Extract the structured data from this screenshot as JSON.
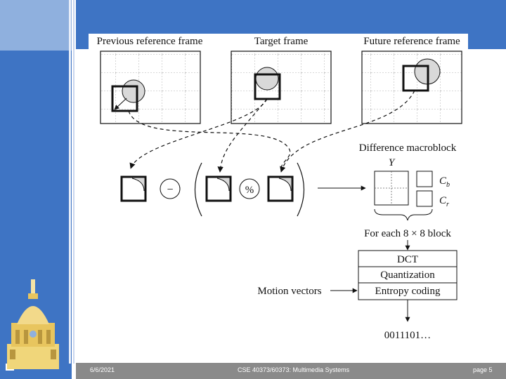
{
  "diagram": {
    "frames": {
      "previous": "Previous reference frame",
      "target": "Target frame",
      "future": "Future reference frame"
    },
    "operators": {
      "minus": "−",
      "percent": "%"
    },
    "difference_label": "Difference macroblock",
    "y_label": "Y",
    "cb_label": "C",
    "cb_sub": "b",
    "cr_label": "C",
    "cr_sub": "r",
    "block_label": "For each 8 × 8 block",
    "stages": [
      "DCT",
      "Quantization",
      "Entropy coding"
    ],
    "motion_vectors_label": "Motion vectors",
    "output_bits": "0011101…"
  },
  "footer": {
    "date": "6/6/2021",
    "course": "CSE 40373/60373: Multimedia Systems",
    "page": "page 5"
  },
  "colors": {
    "theme_blue": "#3e74c4",
    "footer_gray": "#8a8a8a",
    "macroblock_fill": "#d9d9d9"
  }
}
